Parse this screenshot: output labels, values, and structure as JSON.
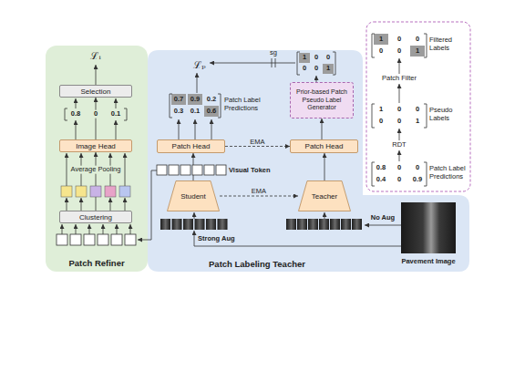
{
  "diagram": {
    "nodes": [
      {
        "text": [
          "Patch Refiner"
        ]
      },
      {
        "text": [
          "Selection"
        ],
        "in": 0
      },
      {
        "text": [
          "Image Head"
        ],
        "in": 0
      },
      {
        "text": [
          "Clustering"
        ],
        "in": 0
      },
      {
        "text": [
          "Patch Labeling Teacher"
        ]
      },
      {
        "text": [
          "Patch Head"
        ],
        "in": 4
      },
      {
        "text": [
          "Student"
        ],
        "in": 4
      },
      {
        "text": [
          "Prior-based Patch Pseudo Label Generator"
        ],
        "in": 4
      },
      {
        "text": [
          "Patch Head"
        ],
        "in": 4
      },
      {
        "text": [
          "Teacher"
        ],
        "in": 4
      }
    ],
    "edges": [
      {
        "from": 3,
        "to": 2,
        "arrow": "to"
      },
      {
        "from": 2,
        "to": 1,
        "arrow": "to"
      },
      {
        "from": 6,
        "to": 5,
        "arrow": "to"
      },
      {
        "from": 5,
        "to": 8,
        "label": "EMA",
        "arrow": "to"
      },
      {
        "from": 6,
        "to": 9,
        "label": "EMA",
        "arrow": "to"
      },
      {
        "from": 9,
        "to": 8,
        "arrow": "to"
      },
      {
        "from": 8,
        "to": 7,
        "arrow": "to"
      }
    ],
    "labels": [
      "ℒᵢ",
      "0.8",
      "0",
      "0.1",
      "Average Pooling",
      "ℒₚ",
      "sg",
      "1",
      "0",
      "0",
      "0",
      "0",
      "1",
      "0.7",
      "0.9",
      "0.2",
      "0.3",
      "0.1",
      "0.6",
      "Patch Label Predictions",
      "Visual Token",
      "Strong Aug",
      "No Aug",
      "Pavement Image",
      "1",
      "0",
      "0",
      "0",
      "0",
      "1",
      "Filtered Labels",
      "Patch Filter",
      "1",
      "0",
      "0",
      "0",
      "0",
      "1",
      "Pseudo Labels",
      "RDT",
      "0.8",
      "0",
      "0",
      "0.4",
      "0",
      "0.9",
      "Patch Label Predictions"
    ]
  }
}
